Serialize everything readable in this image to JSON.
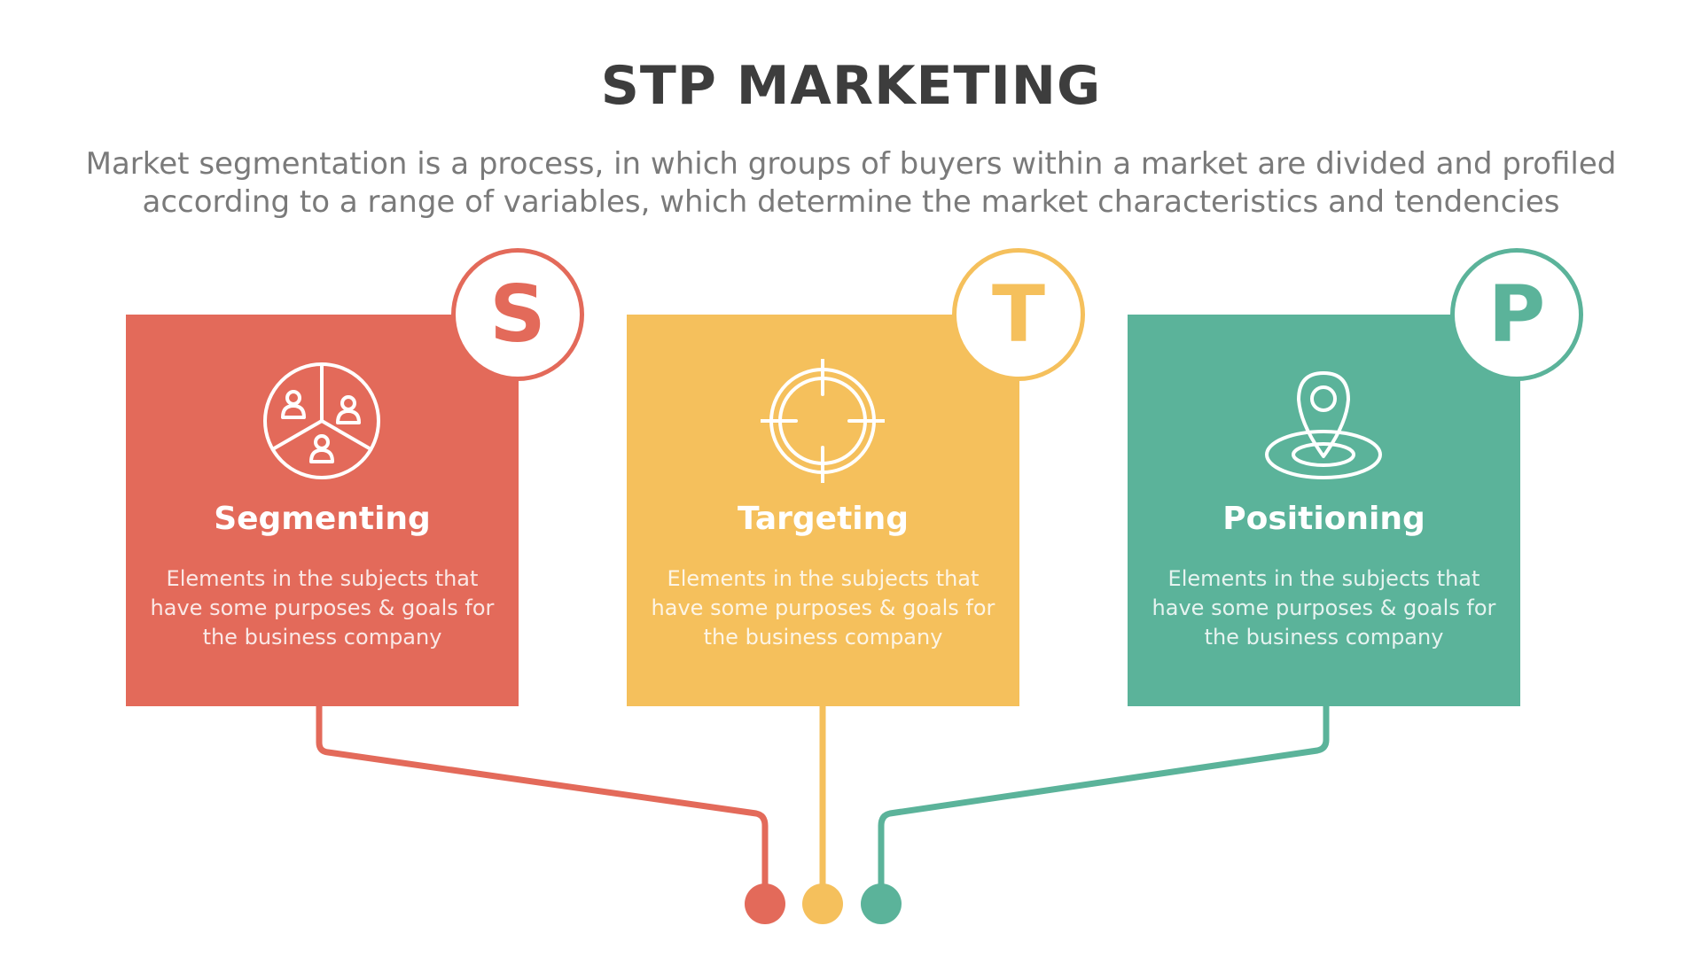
{
  "header": {
    "title": "STP MARKETING",
    "subtitle": "Market segmentation is a process, in which groups of buyers within a market are divided and profiled according to a range of variables, which determine the market characteristics and tendencies"
  },
  "colors": {
    "segmenting": "#e36a5a",
    "targeting": "#f5c05c",
    "positioning": "#5bb39a"
  },
  "steps": [
    {
      "letter": "S",
      "title": "Segmenting",
      "description": "Elements in the subjects that have  some purposes & goals for the  business company",
      "icon": "segmentation-pie-people-icon"
    },
    {
      "letter": "T",
      "title": "Targeting",
      "description": "Elements in the subjects that have  some purposes & goals for the  business company",
      "icon": "crosshair-target-icon"
    },
    {
      "letter": "P",
      "title": "Positioning",
      "description": "Elements in the subjects that have  some purposes & goals for the  business company",
      "icon": "map-pin-location-icon"
    }
  ]
}
